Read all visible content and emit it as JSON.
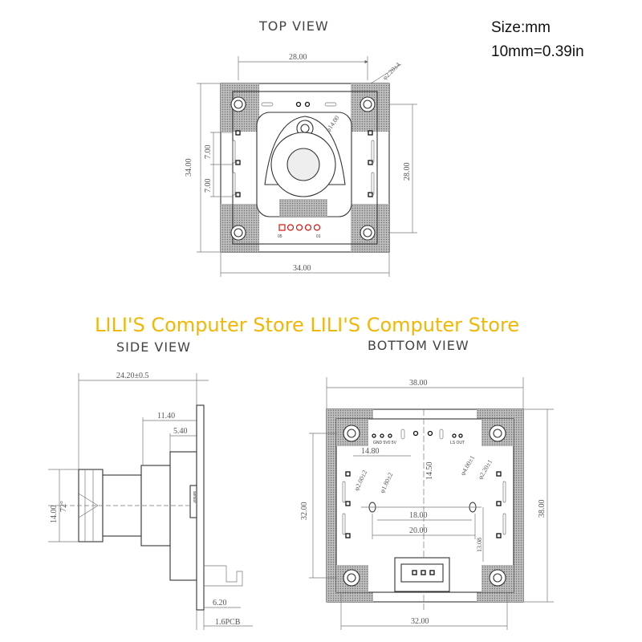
{
  "notes": {
    "size": "Size:mm",
    "conversion": "10mm=0.39in"
  },
  "watermark": "LILI'S Computer Store LILI'S Computer Store",
  "top_view": {
    "title": "TOP VIEW",
    "dims": {
      "top_width": "28.00",
      "hole": "φ2.20±4",
      "lens": "φ14.00",
      "height_left": "34.00",
      "pitch_upper": "7.00",
      "pitch_lower": "7.00",
      "height_right": "28.00",
      "bottom_width": "34.00",
      "pin_left": "05",
      "pin_right": "01"
    }
  },
  "side_view": {
    "title": "SIDE VIEW",
    "dims": {
      "total": "24.20±0.5",
      "holder": "11.40",
      "base": "5.40",
      "lens_dia": "14.00",
      "angle": "72°",
      "connector": "6.20",
      "pcb": "1.6PCB",
      "sensor_label": "sensor"
    }
  },
  "bottom_view": {
    "title": "BOTTOM  VIEW",
    "dims": {
      "top_width": "38.00",
      "inner_w1": "14.80",
      "inner_h1": "14.50",
      "hole_a": "φ2.00±2",
      "hole_b": "φ1.80±2",
      "hole_c": "φ4.00±1",
      "hole_d": "φ2.20±1",
      "height_left": "32.00",
      "height_right": "38.00",
      "span_inner": "18.00",
      "span_outer": "20.00",
      "vertical_small": "13.08",
      "bottom_width": "32.00",
      "pad_label_left": "GND 5V0 5V",
      "pad_label_right": "LS OUT"
    }
  }
}
